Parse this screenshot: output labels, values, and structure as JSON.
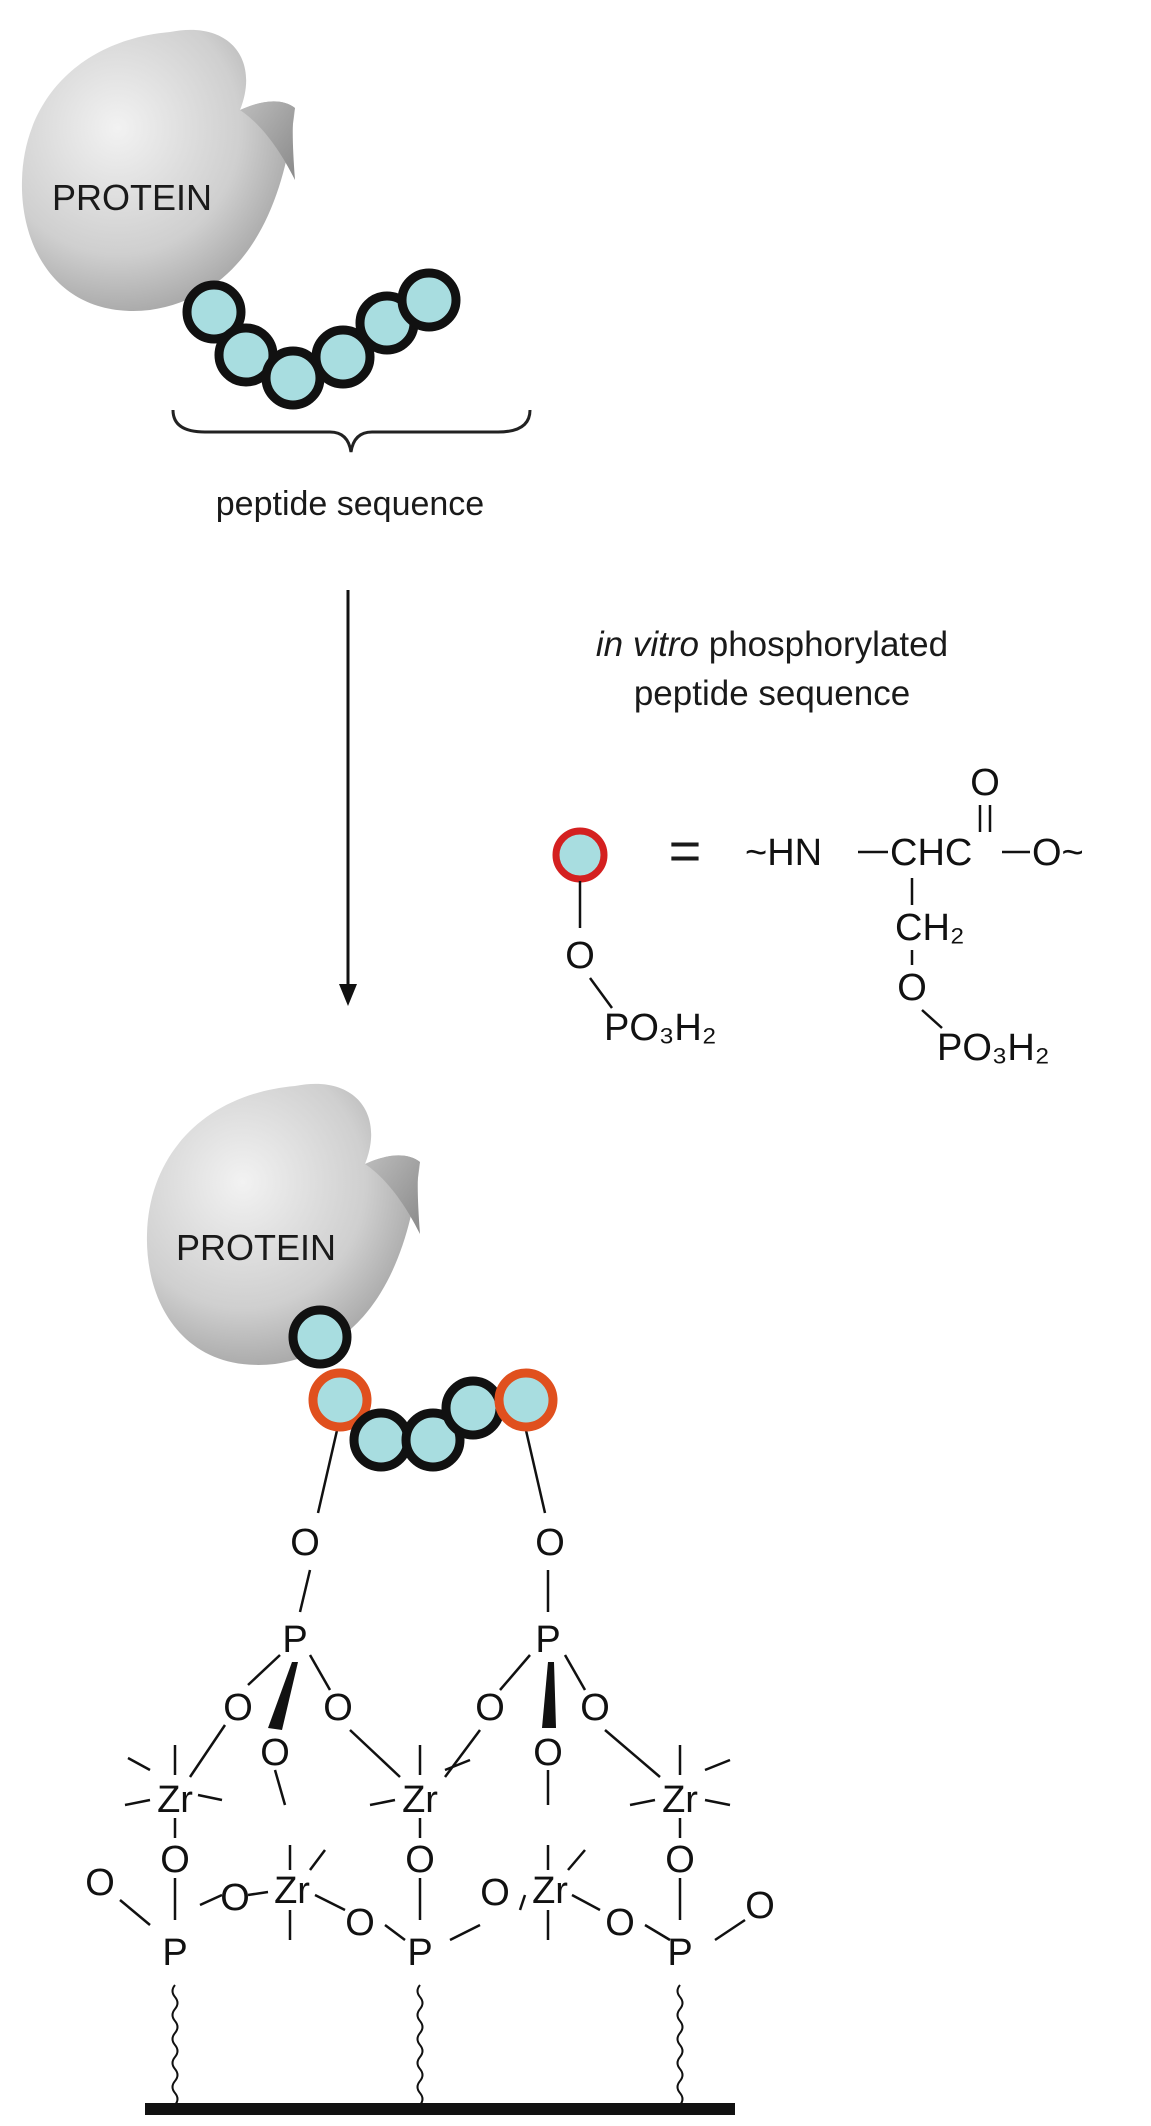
{
  "top": {
    "protein_label": "PROTEIN",
    "brace_label": "peptide sequence"
  },
  "legend": {
    "title_italic": "in vitro",
    "title_rest": " phosphorylated",
    "title_line2": "peptide sequence",
    "equals": "=",
    "residue_O": "O",
    "residue_group": "PO₃H₂",
    "structure": {
      "carbonyl_O": "O",
      "backbone_N": "~HN",
      "backbone_CH": "CHC",
      "backbone_O": "O~",
      "side_CH2": "CH₂",
      "side_O": "O",
      "side_group": "PO₃H₂"
    }
  },
  "bottom": {
    "protein_label": "PROTEIN",
    "atoms": {
      "oxygen": "O",
      "phosphorus": "P",
      "zirconium": "Zr"
    }
  },
  "colors": {
    "bead_fill": "#a8dde0",
    "bead_outline": "#111111",
    "phospho_outline_legend": "#d42020",
    "phospho_outline": "#e0501e",
    "protein_gray": "#c8c8c8"
  }
}
